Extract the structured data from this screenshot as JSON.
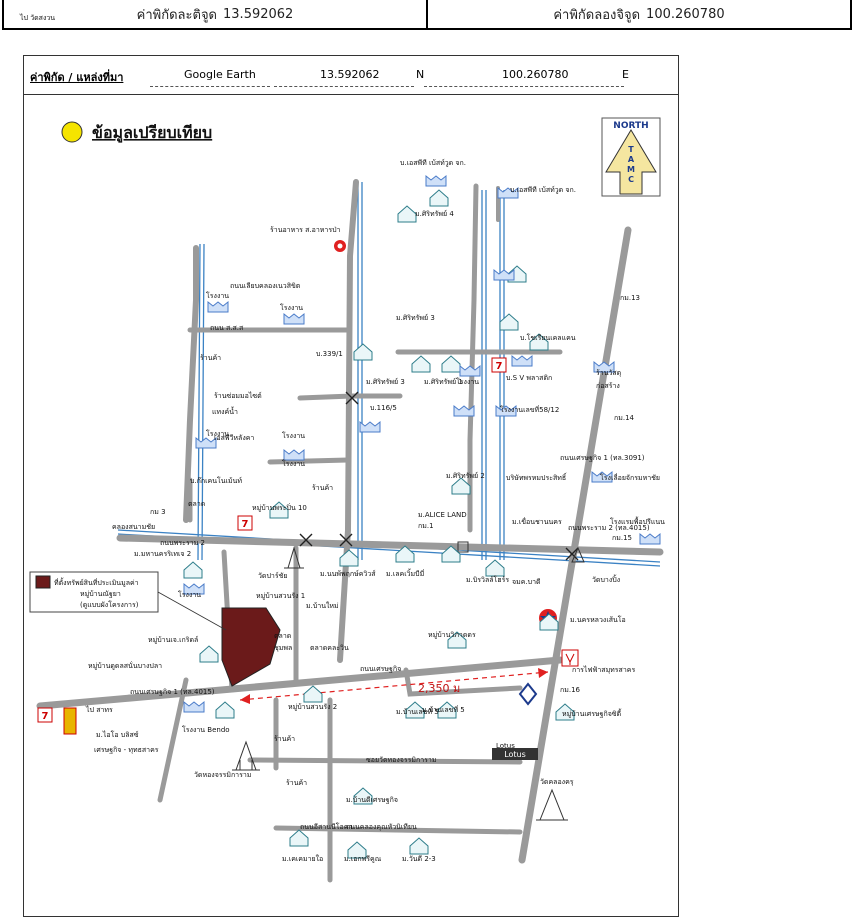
{
  "coordinates": {
    "latitude_label": "ค่าพิกัดละติจูด",
    "latitude_value": "13.592062",
    "longitude_label": "ค่าพิกัดลองจิจูด",
    "longitude_value": "100.260780"
  },
  "map_header": {
    "source_label": "ค่าพิกัด / แหล่งที่มา",
    "source_value": "Google Earth",
    "lat_value": "13.592062",
    "lat_unit": "N",
    "lon_value": "100.260780",
    "lon_unit": "E"
  },
  "map": {
    "title": "ข้อมูลเปรียบเทียบ",
    "north_top": "NORTH",
    "north_letters": [
      "T",
      "A",
      "M",
      "C"
    ],
    "distance": "2,350 ม",
    "legend_text": [
      "ที่ตั้งทรัพย์สินที่ประเมินมูลค่า",
      "หมู่บ้านณัฐยา",
      "(ดูแบบผังโครงการ)"
    ],
    "labels": [
      "บ.เอสพีที เบ้สท์วูด จก.",
      "ม.ศิริทรัพย์ 4",
      "บ.เอสพีที เบ้สท์วูด จก.",
      "ร้านอาหาร ส.อาหารป่า",
      "ถนนเลียบคลองเนวสิขิต",
      "โรงงาน",
      "โรงงาน",
      "โรงงาน",
      "ถนน ส.ส.ส",
      "ม.ศิริทรัพย์ 3",
      "บ.โชเรียนเคลแคน",
      "บ.339/1",
      "ร้านค้า",
      "ร้านซ่อมมอไซต์",
      "แทงค์น้ำ",
      "เอสพีวีหลังคา",
      "บ.ก๊กเคนโนเม้นท์",
      "บ.116/5",
      "ม.ศิริทรัพย์ 3",
      "ม.ศิริทรัพย์ 1",
      "โรงงาน",
      "บ.S V พลาสติก",
      "ร้านวัสดุ",
      "ก่อสร้าง",
      "โรงงานเลขที่58/12",
      "โรงงาน",
      "โรงงาน",
      "กม.14",
      "ร้านค้า",
      "ม.ศิริทรัพย์ 2",
      "บริษัทพรหมประสิทธิ์",
      "โรงเลื่อยจักรมหาชัย",
      "หมู่บ้านพระปิ่น 10",
      "ตลาด",
      "กม 3",
      "ม.ALICE LAND",
      "กม.1",
      "ม.เขื่อนชานนคร",
      "โรงแรมพื้อปรีแนน",
      "กม.15",
      "ม.มหานครริเทเจ 2",
      "วัดปาร์ชัย",
      "ม.นนพ้พฤกษ์ควิวส์",
      "ม.เลคเวิ้มบีมี่",
      "ม.บิรวิลล์โฮร์ร",
      "จมค.บาดี",
      "วัดบางปิ้ง",
      "หมู่บ้านสวนรัง 1",
      "ม.บ้านใหม่",
      "โรงงาน",
      "ตลาด",
      "ชุมพล",
      "ตลาดคละวิน",
      "หมู่บ้านเจ.เกริดล์",
      "หมู่บ้านวิภาดดร",
      "ม.นครหลวงเส้นโอ",
      "หมู่บ้านดูดลสนั่นบางปลา",
      "การไฟฟ้าสมุทรสาคร",
      "กม.16",
      "หมู่บ้านสวนรัง 2",
      "ม.บ้านเลขที่ 5",
      "ม.บ้านเลขที่ 5",
      "หมู่บ้านเศรษฐกิจซิตี้",
      "โรงงาน Bendo",
      "ม.ไอโอ บลิสซ์",
      "เศรษฐกิจ - ทุทธสาคร",
      "ร้านค้า",
      "วัดหองจรรมิการาม",
      "ร้านค้า",
      "ซอยวัดทองจรรมิการาม",
      "Lotus",
      "วัดคลองครุ",
      "ม.บ้านดีเศรษฐกิจ",
      "ม.เคเคมายใอ",
      "ม.เอกพรีคูณ",
      "ม.วันดี 2-3",
      "ถนนอีสานนีโอคา",
      "ถนนคลองคุณหัวนิเทียน",
      "ถนนเศรษฐกิจ",
      "ถนนเศรษฐกิจ 1 (ทล.4015)",
      "ถนนพระราม 2 (ทล.4015)",
      "กม.13",
      "ถนนเศรษฐกิจ 1 (ทล.3091)",
      "ถนนพระราม 2",
      "คลองสนามชัย",
      "ไป สาทร",
      "ไป วัดสงวน"
    ],
    "colors": {
      "road": "#9a9a9a",
      "road_dark": "#555555",
      "canal": "#3b82c4",
      "property": "#6b1a1a",
      "house": "#2d7d8a",
      "factory": "#4a7bc8",
      "legend_dot": "#f5e400",
      "distance_line": "#e02020",
      "north_fill": "#f5e6a0"
    }
  }
}
